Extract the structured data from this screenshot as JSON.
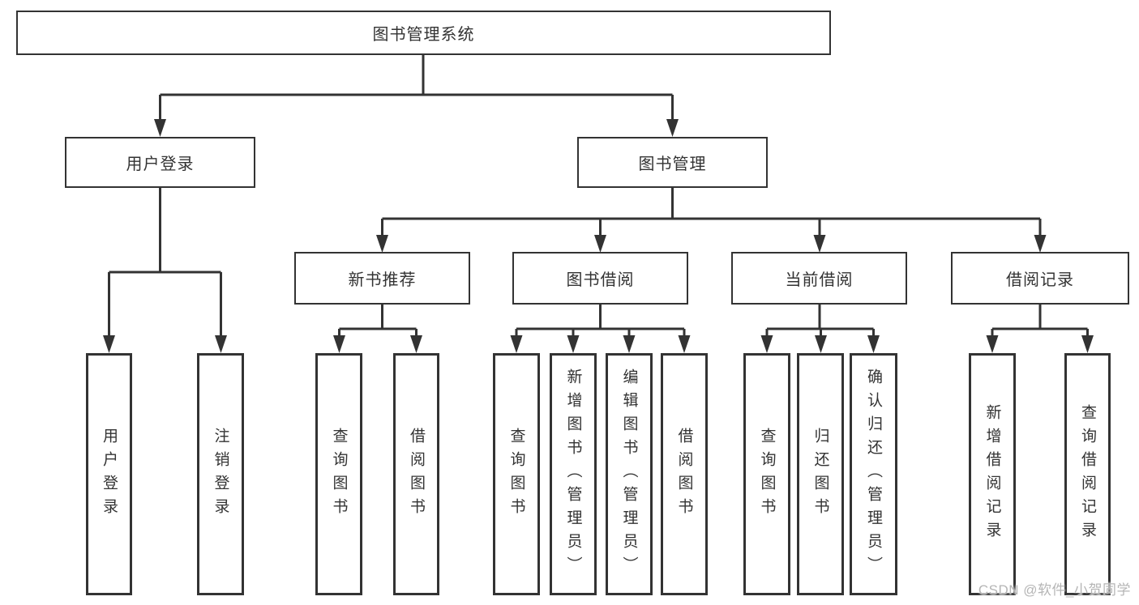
{
  "diagram": {
    "root": "图书管理系统",
    "level2": [
      "用户登录",
      "图书管理"
    ],
    "level3": [
      "新书推荐",
      "图书借阅",
      "当前借阅",
      "借阅记录"
    ],
    "leaves": {
      "login": [
        "用户登录",
        "注销登录"
      ],
      "recommend": [
        "查询图书",
        "借阅图书"
      ],
      "borrow": [
        "查询图书",
        "新增图书（管理员）",
        "编辑图书（管理员）",
        "借阅图书"
      ],
      "current": [
        "查询图书",
        "归还图书",
        "确认归还（管理员）"
      ],
      "records": [
        "新增借阅记录",
        "查询借阅记录"
      ]
    }
  },
  "watermark": "CSDN @软件_小贺同学",
  "colors": {
    "line": "#333333",
    "text": "#333333",
    "watermark": "#b5b5b5",
    "background": "#ffffff"
  }
}
